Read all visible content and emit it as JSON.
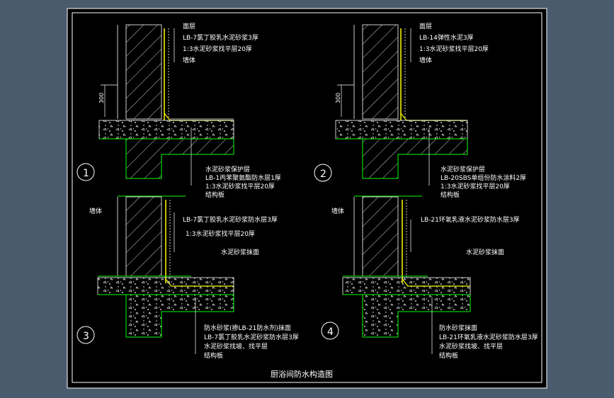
{
  "drawing": {
    "title": "厨浴间防水构造图",
    "colors": {
      "background": "#4a5b6e",
      "sheet": "#000000",
      "line": "#ffffff",
      "structure": "#00ff00",
      "membrane": "#ffff00"
    },
    "details": [
      {
        "number": "1",
        "dimension": "300",
        "upper_labels": [
          "面层",
          "LB-7氯丁胶乳水泥砂浆3厚",
          "1:3水泥砂浆找平层20厚",
          "墙体"
        ],
        "lower_labels": [
          "水泥砂浆保护层",
          "LB-1丙苯聚氨酯防水层1厚",
          "1:3水泥砂浆找平层20厚",
          "结构板"
        ]
      },
      {
        "number": "2",
        "dimension": "300",
        "upper_labels": [
          "面层",
          "LB-14弹性水泥3厚",
          "1:3水泥砂浆找平层20厚",
          "墙体"
        ],
        "lower_labels": [
          "水泥砂浆保护层",
          "LB-20SBS单组份防水涂料2厚",
          "1:3水泥砂浆找平层20厚",
          "结构板"
        ]
      },
      {
        "number": "3",
        "dimension": "",
        "upper_labels": [
          "墙体",
          "LB-7氯丁胶乳水泥砂浆防水层3厚",
          "1:3水泥砂浆找平层20厚",
          "水泥砂浆抹面"
        ],
        "lower_labels": [
          "防水砂浆(掺LB-21防水剂)抹面",
          "LB-7氯丁胶乳水泥砂浆防水层3厚",
          "水泥砂浆找坡、找平层",
          "结构板"
        ]
      },
      {
        "number": "4",
        "dimension": "",
        "upper_labels": [
          "墙体",
          "LB-21环氧乳液水泥砂浆防水层3厚",
          "水泥砂浆抹面"
        ],
        "lower_labels": [
          "防水砂浆抹面",
          "LB-21环氧乳液水泥砂浆防水层3厚",
          "水泥砂浆找坡、找平层",
          "结构板"
        ]
      }
    ]
  }
}
